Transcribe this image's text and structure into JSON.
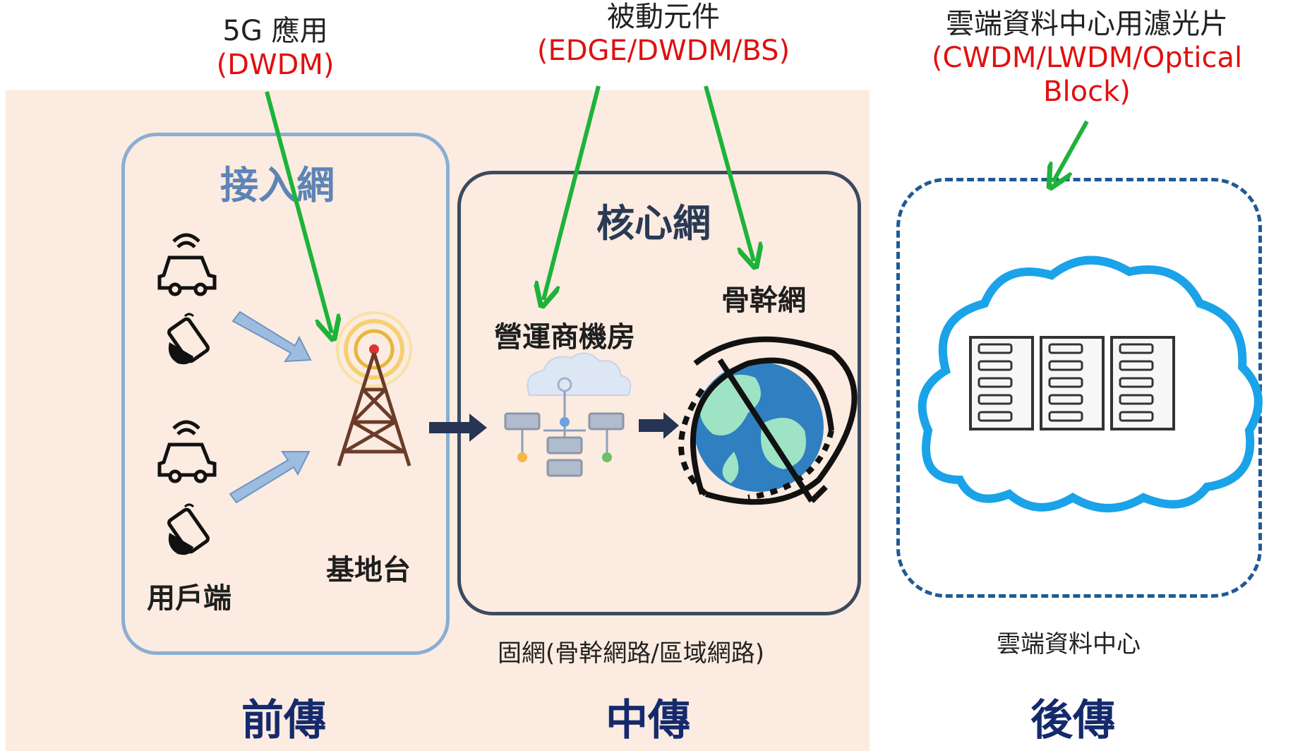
{
  "annotations": {
    "a1": {
      "line1": "5G 應用",
      "line2": "(DWDM)"
    },
    "a2": {
      "line1": "被動元件",
      "line2": "(EDGE/DWDM/BS)"
    },
    "a3": {
      "line1": "雲端資料中心用濾光片",
      "line2": "(CWDM/LWDM/Optical",
      "line3": "Block)"
    }
  },
  "regions": {
    "access": {
      "title": "接入網",
      "user": "用戶端",
      "base": "基地台"
    },
    "core": {
      "title": "核心網",
      "operator": "營運商機房",
      "backbone": "骨幹網",
      "caption": "固網(骨幹網路/區域網路)"
    },
    "cloud": {
      "caption": "雲端資料中心"
    }
  },
  "sections": {
    "front": "前傳",
    "mid": "中傳",
    "back": "後傳"
  },
  "colors": {
    "arrow_green": "#1db33a",
    "annotation_red": "#e01010",
    "box_blue": "#8aaed1",
    "box_navy": "#3c4a5e",
    "cloud_blue": "#1aa3e8",
    "section_navy": "#152a6c"
  },
  "icons": [
    "car-icon",
    "phone-icon",
    "tower-icon",
    "cloud-icon",
    "server-icon",
    "globe-icon"
  ]
}
